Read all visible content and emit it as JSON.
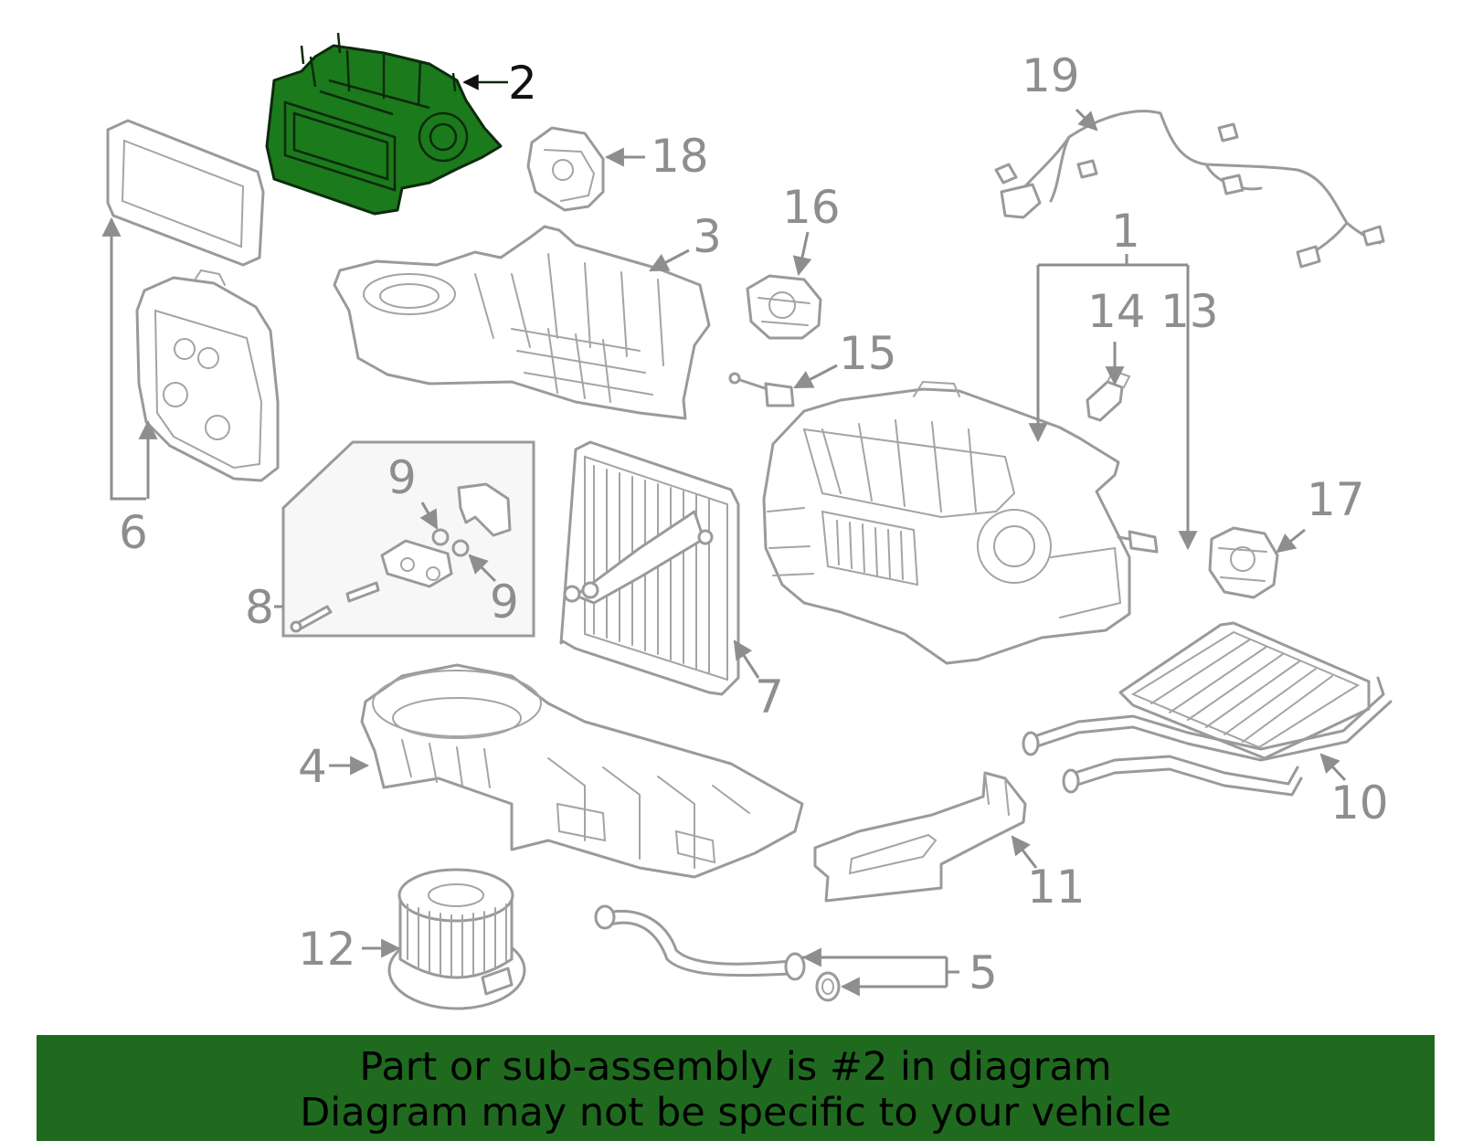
{
  "highlighted_part": "2",
  "callouts": {
    "c1": "1",
    "c2": "2",
    "c3": "3",
    "c4": "4",
    "c5": "5",
    "c6": "6",
    "c7": "7",
    "c8": "8",
    "c9a": "9",
    "c9b": "9",
    "c10": "10",
    "c11": "11",
    "c12": "12",
    "c13": "13",
    "c14": "14",
    "c15": "15",
    "c16": "16",
    "c17": "17",
    "c18": "18",
    "c19": "19"
  },
  "notice": {
    "line1": "Part or sub-assembly is #2 in diagram",
    "line2": "Diagram may not be specific to your vehicle"
  },
  "colors": {
    "highlight": "#1b7a1b",
    "banner": "#1f6a1f",
    "linework": "#9a9a9a"
  }
}
